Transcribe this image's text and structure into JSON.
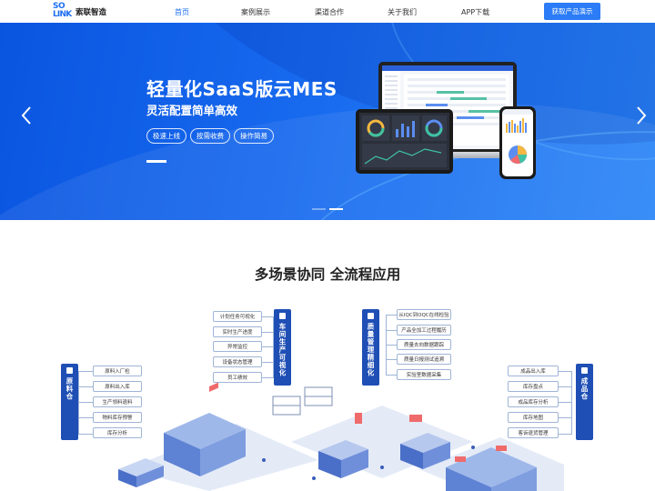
{
  "nav": {
    "logo_text": "索联智造",
    "logo_mark_top": "SO",
    "logo_mark_bottom": "LINK",
    "items": [
      "首页",
      "案例展示",
      "渠道合作",
      "关于我们",
      "APP下载"
    ],
    "active_index": 0,
    "demo_button": "获取产品演示",
    "accent": "#1d6ff2"
  },
  "hero": {
    "title": "轻量化SaaS版云MES",
    "subtitle": "灵活配置简单高效",
    "tags": [
      "极速上线",
      "按需收费",
      "操作简易"
    ],
    "slide_count": 2,
    "active_slide": 1
  },
  "section": {
    "title": "多场景协同 全流程应用"
  },
  "diagram": {
    "raw_warehouse": {
      "label": "原料仓",
      "items": [
        "原料入厂检",
        "原料出入库",
        "生产领料退料",
        "物料库存预警",
        "库存分析"
      ]
    },
    "workshop": {
      "label": "车间生产可视化",
      "items": [
        "计划任务可视化",
        "实时生产进度",
        "异常监控",
        "设备状态管理",
        "员工绩效"
      ]
    },
    "quality": {
      "label": "质量管理精细化",
      "items": [
        "从IQC到OQC在线检验",
        "产品全加工过程履历",
        "质量去向数据跟踪",
        "质量日报测试追溯",
        "实验室数据采集"
      ]
    },
    "finished_warehouse": {
      "label": "成品仓",
      "items": [
        "成品出入库",
        "库存盘点",
        "成品库存分析",
        "库存地图",
        "客诉退货管理"
      ]
    }
  }
}
